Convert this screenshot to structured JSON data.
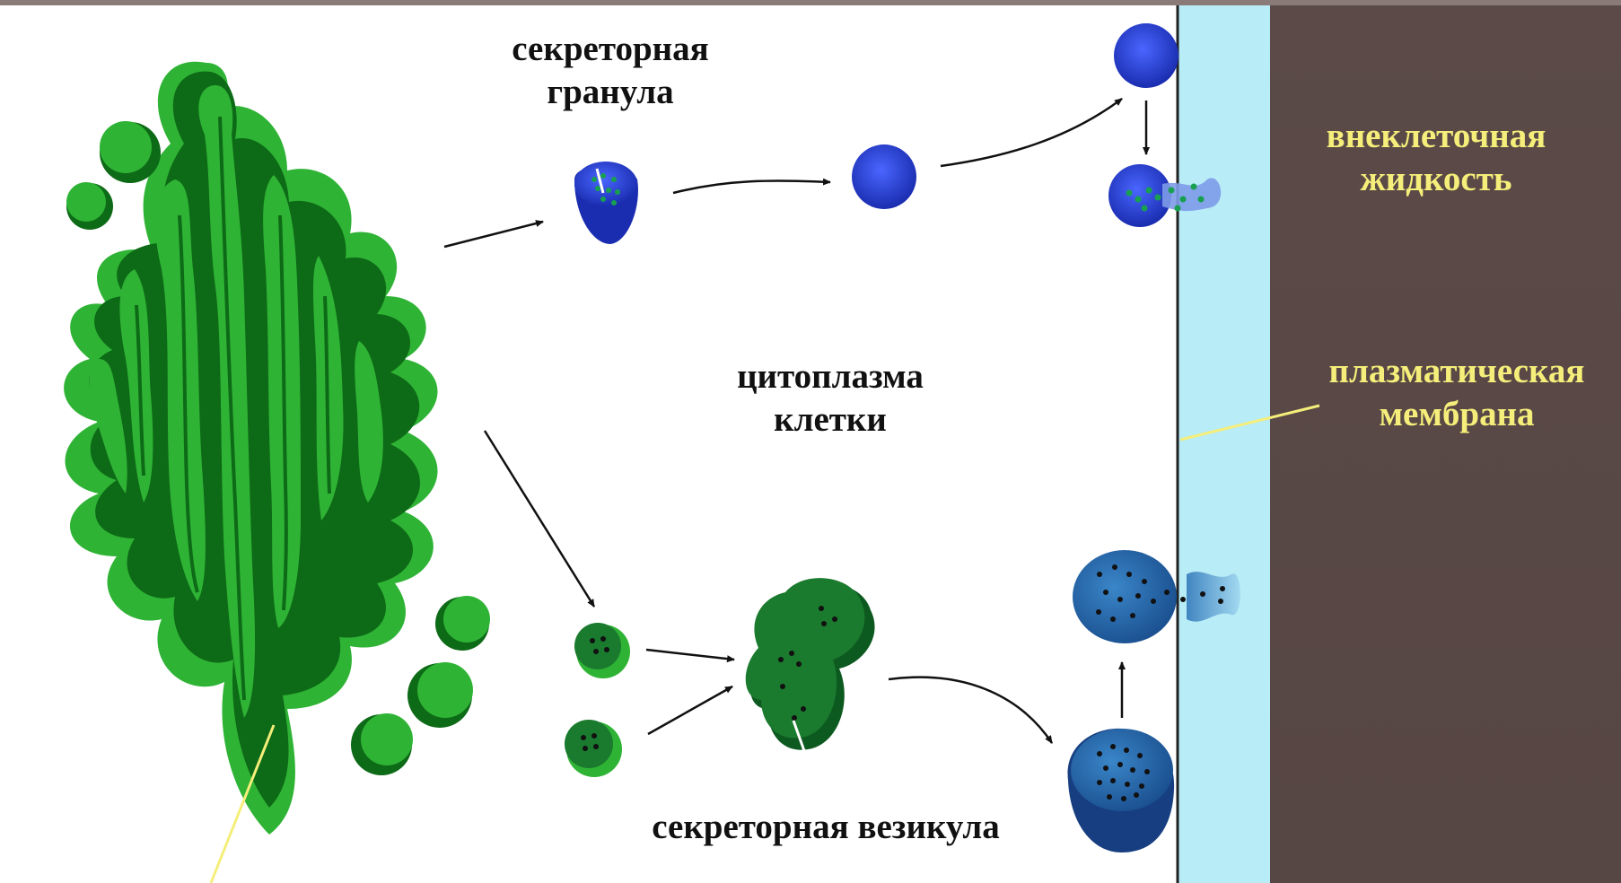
{
  "labels": {
    "secretory_granule_l1": "секреторная",
    "secretory_granule_l2": "гранула",
    "extracellular_l1": "внеклеточная",
    "extracellular_l2": "жидкость",
    "cytoplasm_l1": "цитоплазма",
    "cytoplasm_l2": "клетки",
    "plasma_membrane_l1": "плазматическая",
    "plasma_membrane_l2": "мембрана",
    "secretory_vesicle": "секреторная везикула"
  },
  "colors": {
    "background": "#5a4a48",
    "cytoplasm": "#ffffff",
    "membrane": "#b8ecf7",
    "golgi_dark": "#0d6a16",
    "golgi_light": "#2fb335",
    "granule": "#2a3fd6",
    "vesicle": "#1a7a2e",
    "exocytosis_blue": "#1f5fa8",
    "label_yellow": "#f5ee7a"
  }
}
